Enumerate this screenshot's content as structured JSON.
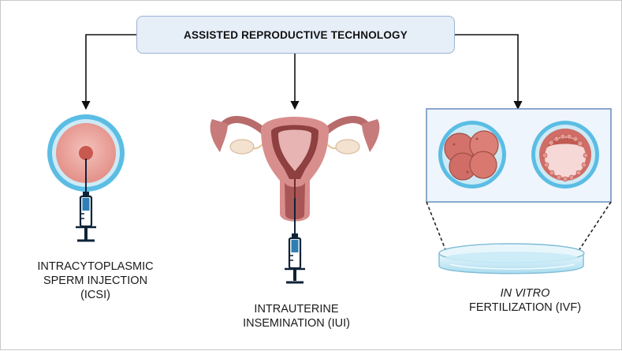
{
  "title": "ASSISTED REPRODUCTIVE TECHNOLOGY",
  "icsi": {
    "line1": "INTRACYTOPLASMIC",
    "line2": "SPERM INJECTION",
    "line3": "(ICSI)"
  },
  "iui": {
    "line1": "INTRAUTERINE",
    "line2": "INSEMINATION (IUI)"
  },
  "ivf": {
    "line1": "IN VITRO",
    "line2": "FERTILIZATION (IVF)"
  },
  "colors": {
    "title_fill": "#e6eef8",
    "title_border": "#9bb3d3",
    "zona": "#5bbde4",
    "oocyte": "#e89a92",
    "syringe": "#2f7fb5",
    "uterus": "#d98e8e",
    "dish": "#bfe6f5"
  },
  "icons": [
    "oocyte-icon",
    "syringe-icon",
    "uterus-icon",
    "embryo-icon",
    "blastocyst-icon",
    "petri-dish-icon"
  ]
}
